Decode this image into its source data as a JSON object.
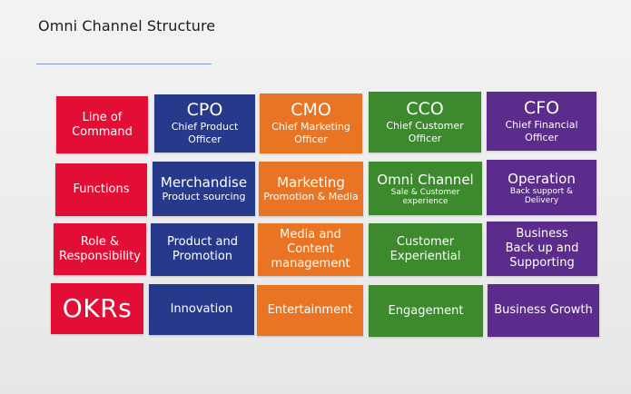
{
  "title": "Omni Channel Structure",
  "rows": {
    "row1": {
      "line_of_command": "Line of\nCommand",
      "cpo": {
        "code": "CPO",
        "label": "Chief Product\nOfficer"
      },
      "cmo": {
        "code": "CMO",
        "label": "Chief Marketing\nOfficer"
      },
      "cco": {
        "code": "CCO",
        "label": "Chief Customer\nOfficer"
      },
      "cfo": {
        "code": "CFO",
        "label": "Chief Financial\nOfficer"
      }
    },
    "row2": {
      "functions": "Functions",
      "cpo": {
        "title": "Merchandise",
        "subtitle": "Product sourcing"
      },
      "cmo": {
        "title": "Marketing",
        "subtitle": "Promotion & Media"
      },
      "cco": {
        "title": "Omni Channel",
        "subtitle": "Sale & Customer\nexperience"
      },
      "cfo": {
        "title": "Operation",
        "subtitle": "Back support &\nDelivery"
      }
    },
    "row3": {
      "role": "Role &\nResponsibility",
      "cpo": "Product and\nPromotion",
      "cmo": "Media and\nContent\nmanagement",
      "cco": "Customer\nExperiential",
      "cfo": "Business\nBack up and\nSupporting"
    },
    "row4": {
      "okrs": "OKRs",
      "cpo": "Innovation",
      "cmo": "Entertainment",
      "cco": "Engagement",
      "cfo": "Business Growth"
    }
  },
  "colors": {
    "red": "#e30e35",
    "navy": "#26398a",
    "orange": "#e97423",
    "green": "#3d8a2e",
    "purple": "#5b2c8c"
  }
}
